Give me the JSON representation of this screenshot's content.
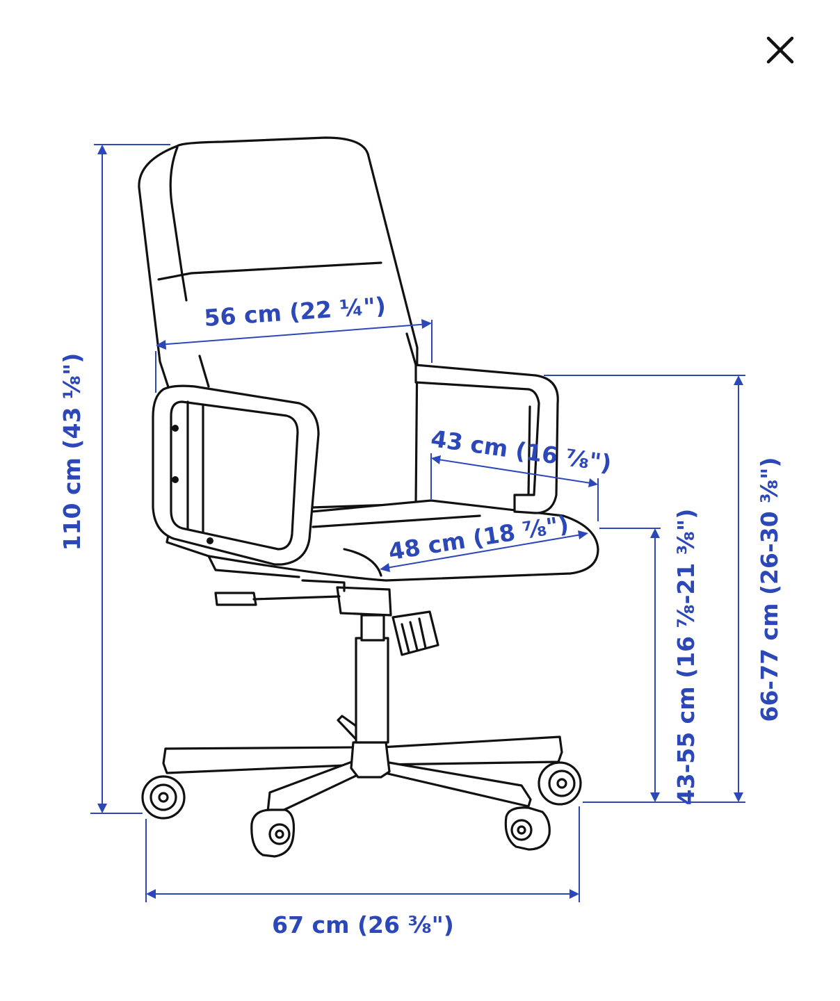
{
  "close_icon": "close-icon",
  "accent_color": "#2b47b8",
  "dimensions": {
    "backrest_width": "56 cm (22 ¼\")",
    "armrest_depth": "43 cm (16 ⅞\")",
    "seat_depth": "48 cm (18 ⅞\")",
    "total_height": "110 cm (43 ⅛\")",
    "seat_height": "43-55 cm (16 ⅞-21 ⅜\")",
    "armrest_height": "66-77 cm (26-30 ⅜\")",
    "base_width": "67 cm (26 ⅜\")"
  }
}
